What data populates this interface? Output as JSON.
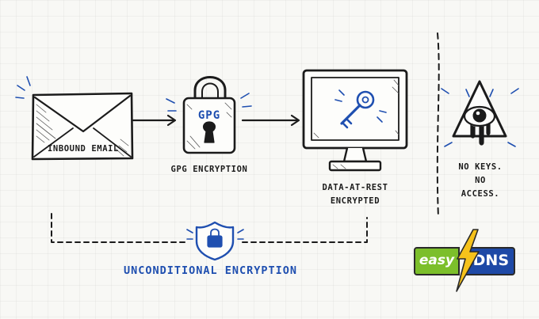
{
  "flow": {
    "inbound_email_label": "INBOUND EMAIL",
    "gpg_badge": "GPG",
    "gpg_encryption_label": "GPG ENCRYPTION",
    "data_at_rest_label": "DATA-AT-REST ENCRYPTED",
    "no_keys_label": "NO KEYS. NO ACCESS.",
    "unconditional_label": "UNCONDITIONAL ENCRYPTION"
  },
  "logo": {
    "easy_text": "easy",
    "dns_text": "DNS"
  },
  "colors": {
    "ink": "#1b1b1b",
    "accent_blue": "#1f4fb0",
    "logo_green": "#7cbf2b",
    "logo_blue": "#1e49a6",
    "logo_bolt": "#f6c21b"
  }
}
